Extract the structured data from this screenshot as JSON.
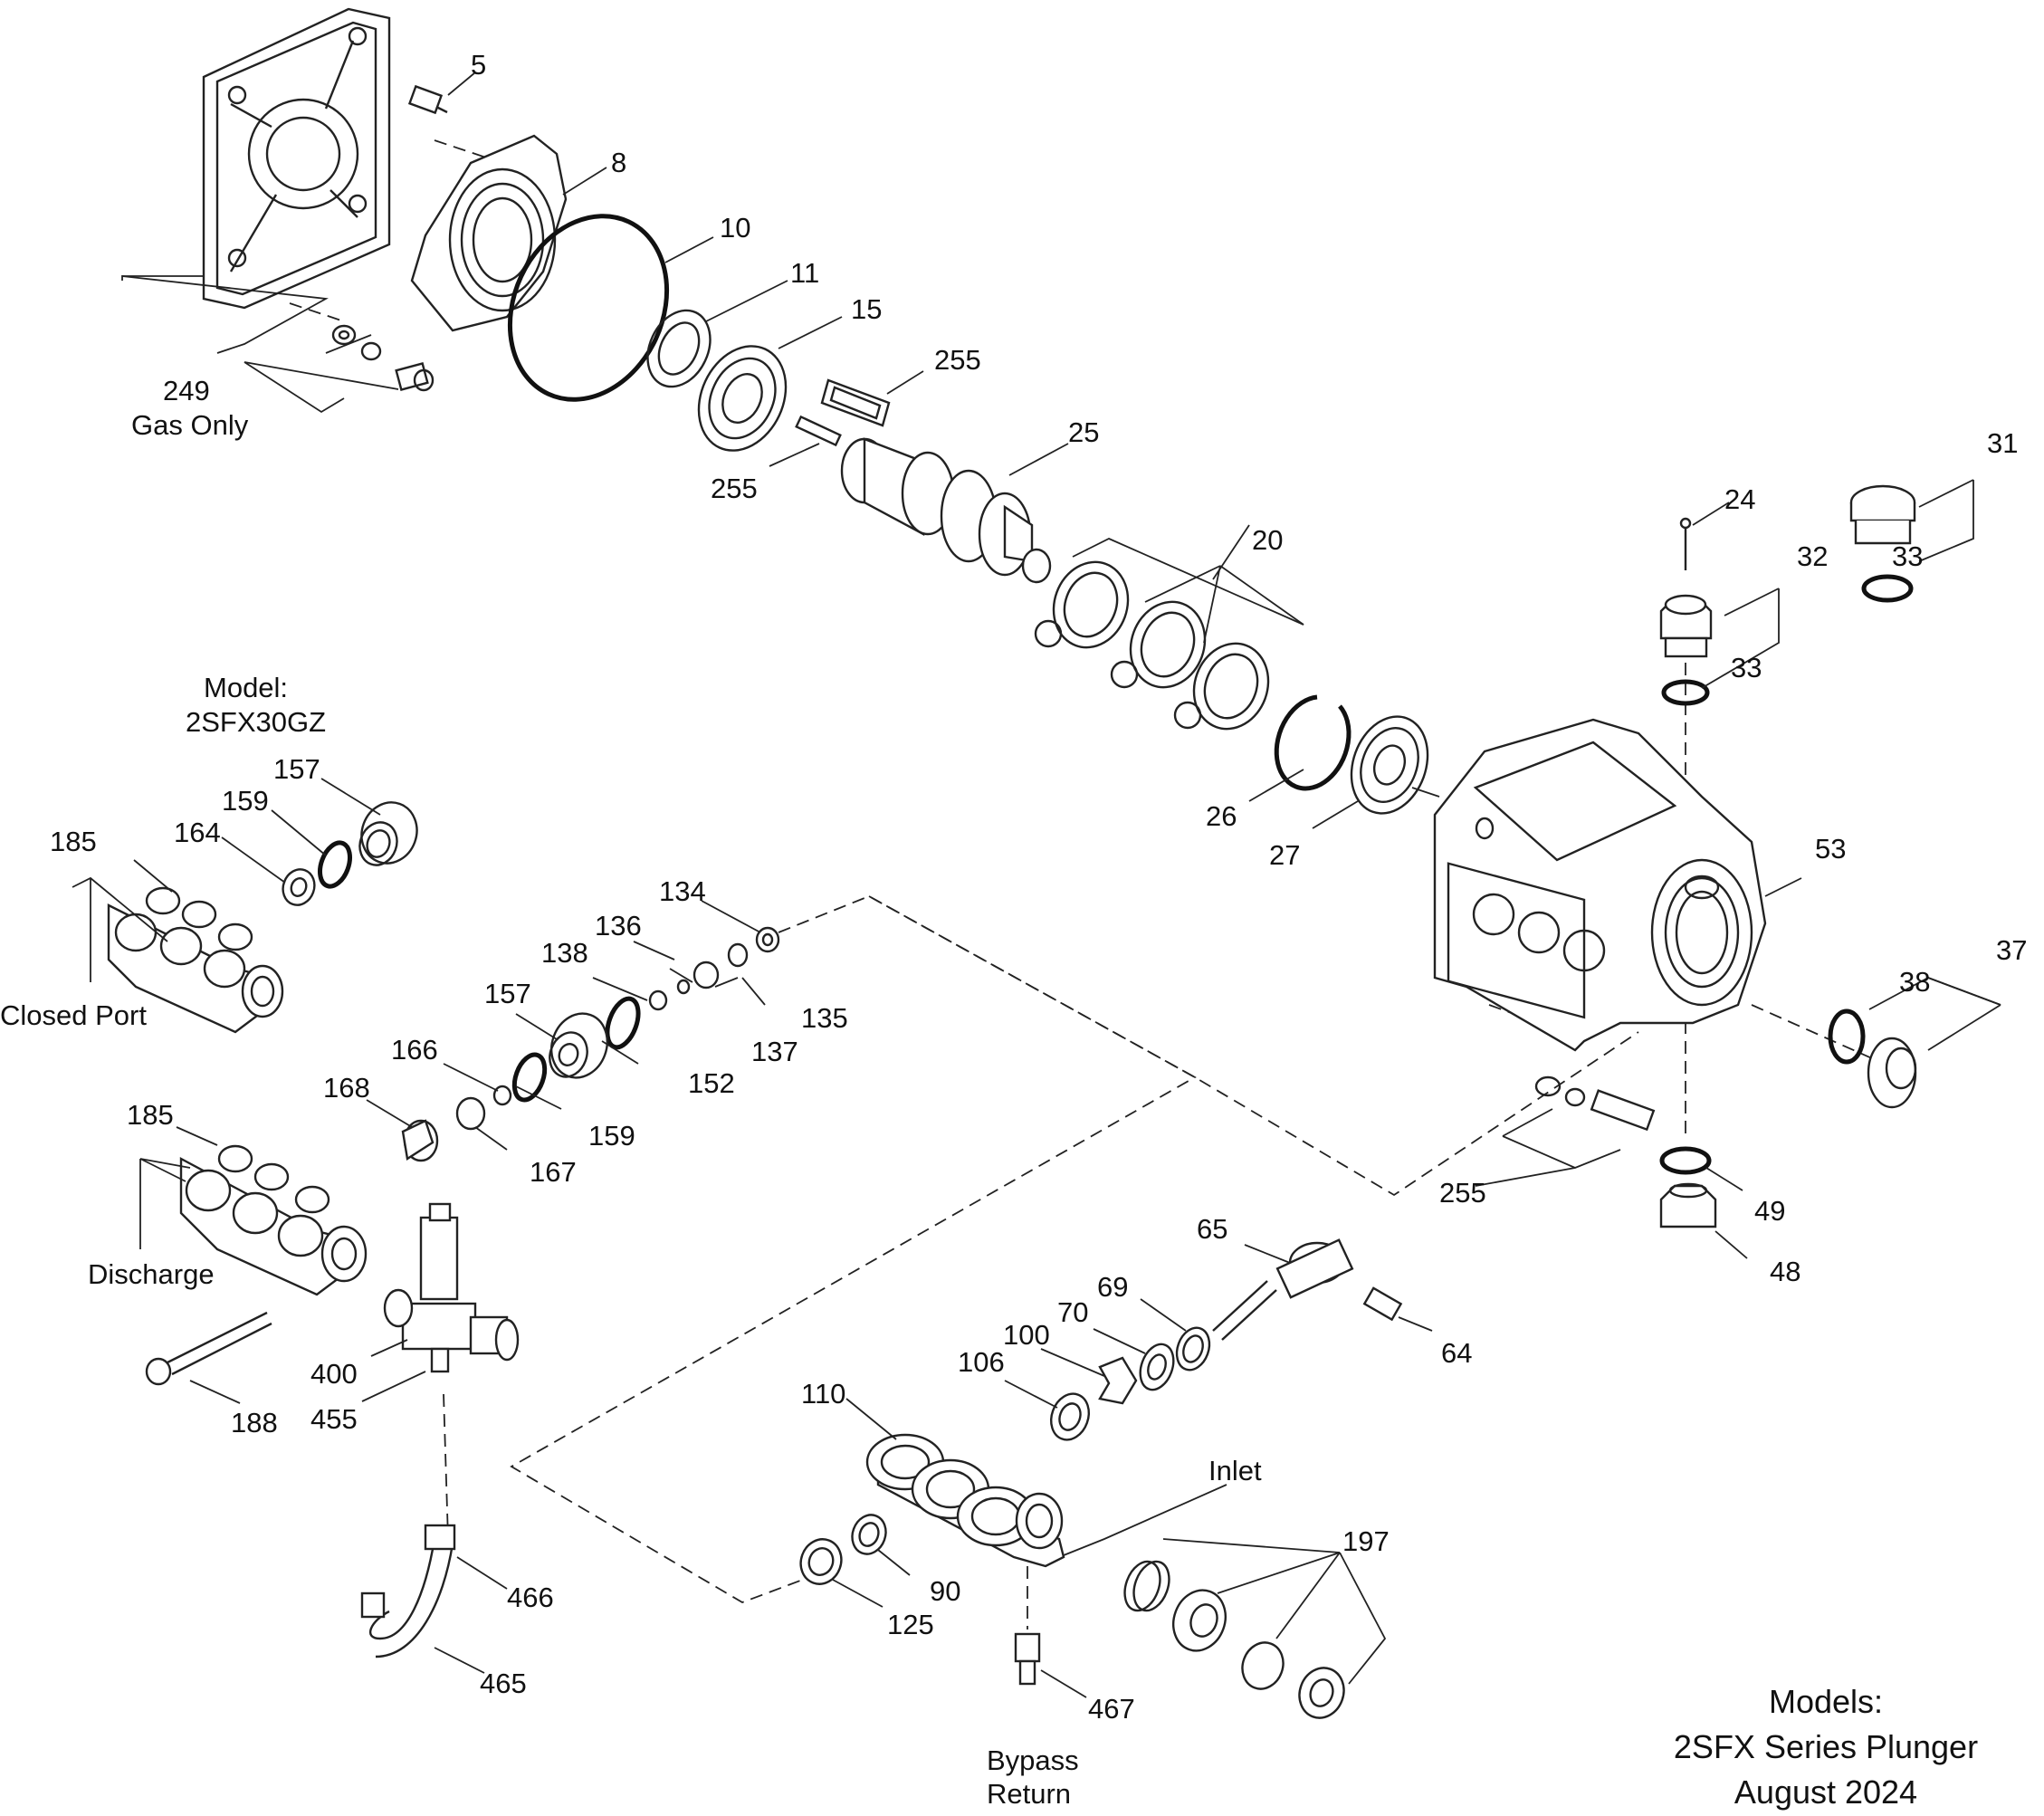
{
  "diagram": {
    "part_labels": {
      "p5": "5",
      "p8": "8",
      "p10": "10",
      "p11": "11",
      "p15": "15",
      "p255a": "255",
      "p255b": "255",
      "p255c": "255",
      "p25": "25",
      "p249": "249",
      "p249note": "Gas Only",
      "p20": "20",
      "p24": "24",
      "p31": "31",
      "p32": "32",
      "p33a": "33",
      "p33b": "33",
      "p26": "26",
      "p27": "27",
      "p53": "53",
      "p37": "37",
      "p38": "38",
      "p49": "49",
      "p48": "48",
      "p157a": "157",
      "p159a": "159",
      "p164": "164",
      "p185a": "185",
      "p134": "134",
      "p136": "136",
      "p138": "138",
      "p135": "135",
      "p137": "137",
      "p157b": "157",
      "p152": "152",
      "p166": "166",
      "p168": "168",
      "p159b": "159",
      "p167": "167",
      "p185b": "185",
      "p65": "65",
      "p64": "64",
      "p69": "69",
      "p70": "70",
      "p100": "100",
      "p106": "106",
      "p110": "110",
      "p400": "400",
      "p455": "455",
      "p188": "188",
      "p90": "90",
      "p125": "125",
      "p197": "197",
      "p466": "466",
      "p465": "465",
      "p467": "467"
    },
    "callouts": {
      "model_line1": "Model:",
      "model_line2": "2SFX30GZ",
      "closed_port": "Closed Port",
      "discharge": "Discharge",
      "inlet": "Inlet",
      "bypass_line1": "Bypass",
      "bypass_line2": "Return"
    },
    "title_block": {
      "line1": "Models:",
      "line2": "2SFX Series Plunger",
      "line3": "August 2024"
    }
  }
}
